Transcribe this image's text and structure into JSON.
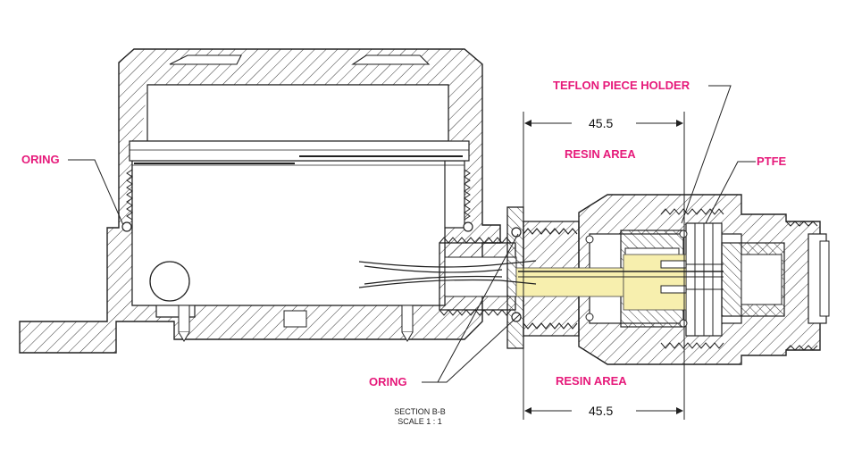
{
  "colors": {
    "callout": "#e6197a",
    "line": "#222222",
    "fill": "#ffffff",
    "resin": "#f7efae"
  },
  "labels": {
    "oring_left": "ORING",
    "oring_bottom": "ORING",
    "teflon_holder": "TEFLON PIECE HOLDER",
    "ptfe": "PTFE",
    "resin_top": "RESIN AREA",
    "resin_bottom": "RESIN AREA"
  },
  "dimensions": {
    "top": "45.5",
    "bottom": "45.5"
  },
  "caption": {
    "title": "SECTION B-B",
    "scale": "SCALE 1 : 1"
  }
}
